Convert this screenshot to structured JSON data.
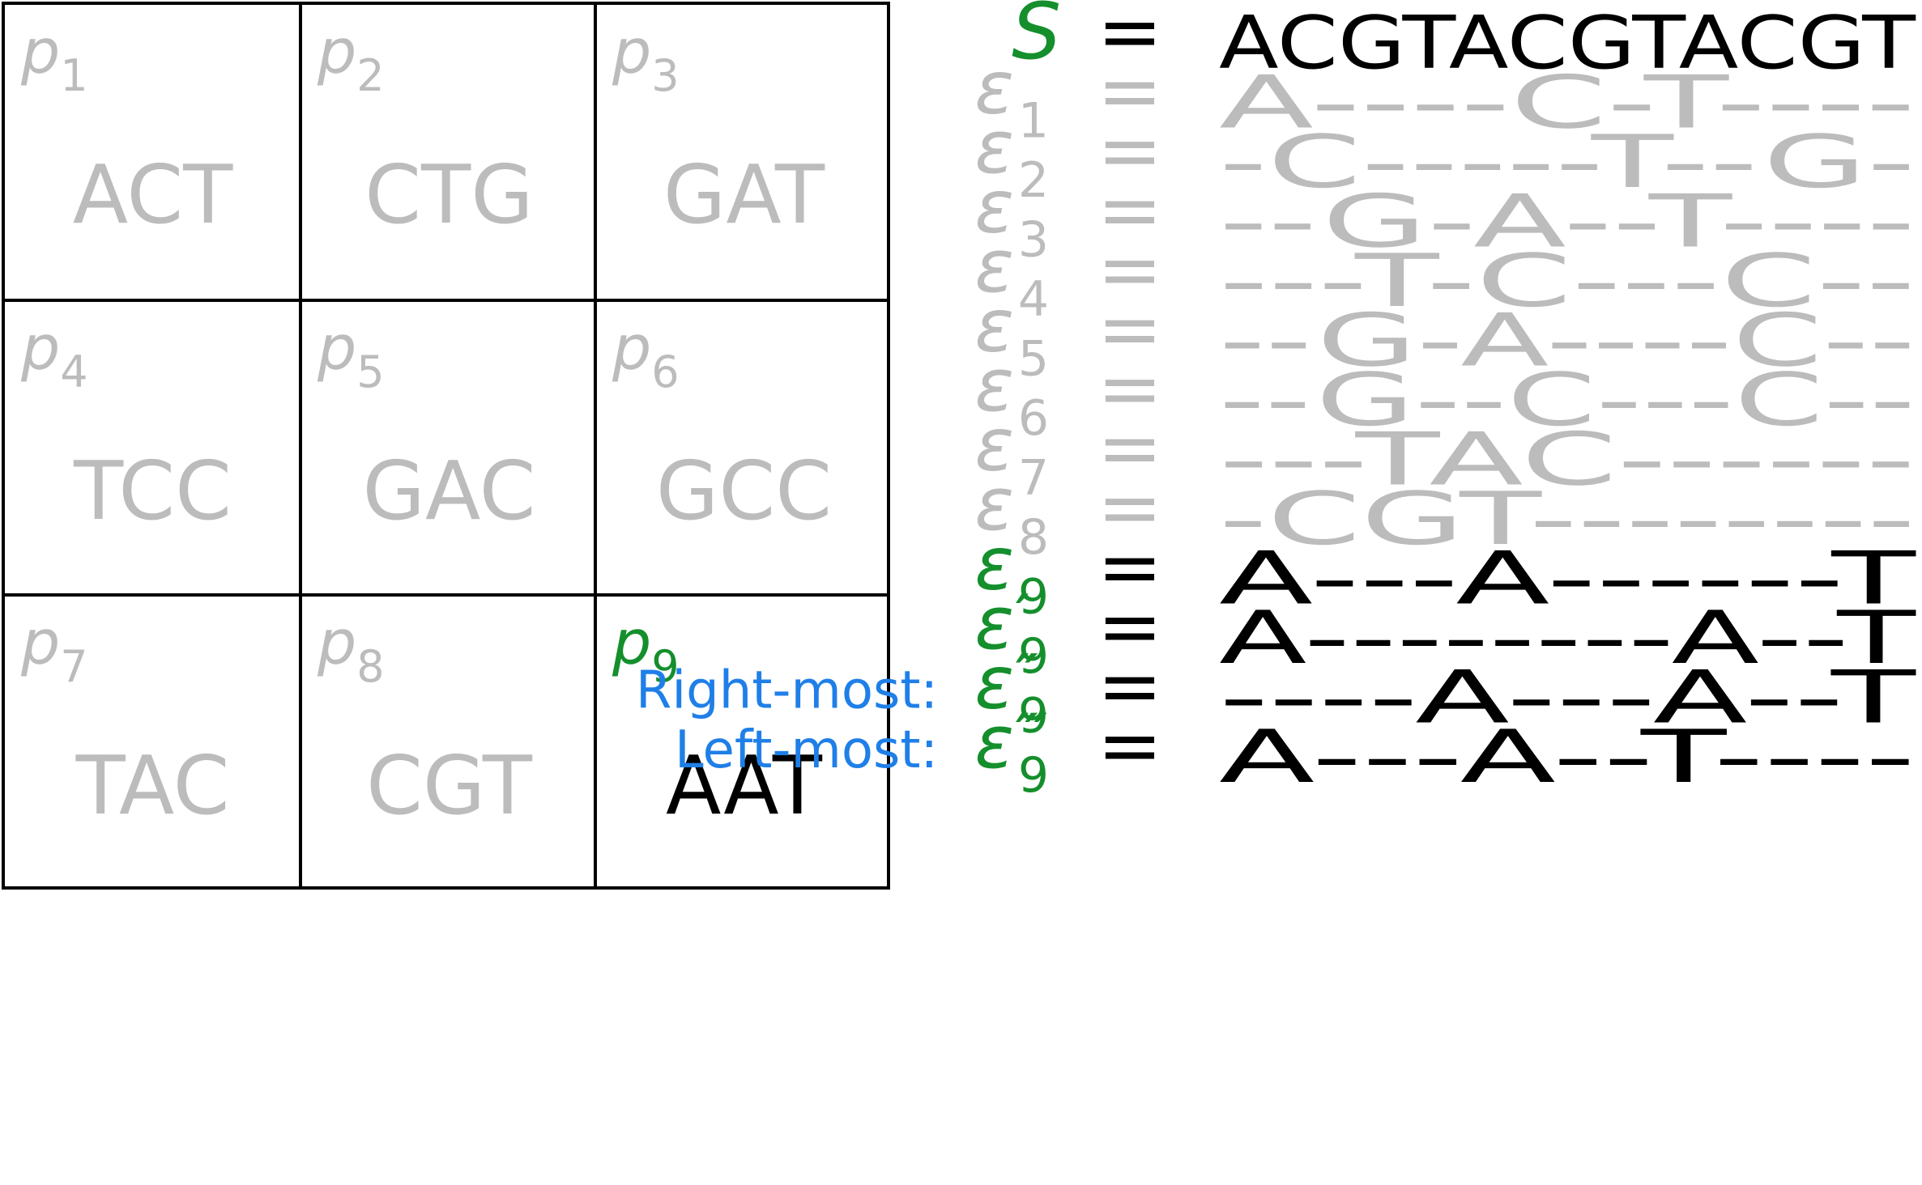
{
  "cells": [
    {
      "label": "p",
      "sub": "1",
      "seq": "ACT",
      "highlight": false
    },
    {
      "label": "p",
      "sub": "2",
      "seq": "CTG",
      "highlight": false
    },
    {
      "label": "p",
      "sub": "3",
      "seq": "GAT",
      "highlight": false
    },
    {
      "label": "p",
      "sub": "4",
      "seq": "TCC",
      "highlight": false
    },
    {
      "label": "p",
      "sub": "5",
      "seq": "GAC",
      "highlight": false
    },
    {
      "label": "p",
      "sub": "6",
      "seq": "GCC",
      "highlight": false
    },
    {
      "label": "p",
      "sub": "7",
      "seq": "TAC",
      "highlight": false
    },
    {
      "label": "p",
      "sub": "8",
      "seq": "CGT",
      "highlight": false
    },
    {
      "label": "p",
      "sub": "9",
      "seq": "AAT",
      "highlight": true
    }
  ],
  "equations": [
    {
      "prefix": "",
      "symbol": "S",
      "sub": "",
      "primes": "",
      "eq": "=",
      "value": "ACGTACGTACGT",
      "style": "header"
    },
    {
      "prefix": "",
      "symbol": "ε",
      "sub": "1",
      "primes": "",
      "eq": "=",
      "value": "A----C-T----",
      "style": "gray"
    },
    {
      "prefix": "",
      "symbol": "ε",
      "sub": "2",
      "primes": "",
      "eq": "=",
      "value": "-C-----T--G-",
      "style": "gray"
    },
    {
      "prefix": "",
      "symbol": "ε",
      "sub": "3",
      "primes": "",
      "eq": "=",
      "value": "--G-A--T----",
      "style": "gray"
    },
    {
      "prefix": "",
      "symbol": "ε",
      "sub": "4",
      "primes": "",
      "eq": "=",
      "value": "---T-C---C--",
      "style": "gray"
    },
    {
      "prefix": "",
      "symbol": "ε",
      "sub": "5",
      "primes": "",
      "eq": "=",
      "value": "--G-A----C--",
      "style": "gray"
    },
    {
      "prefix": "",
      "symbol": "ε",
      "sub": "6",
      "primes": "",
      "eq": "=",
      "value": "--G--C---C--",
      "style": "gray"
    },
    {
      "prefix": "",
      "symbol": "ε",
      "sub": "7",
      "primes": "",
      "eq": "=",
      "value": "---TAC------",
      "style": "gray"
    },
    {
      "prefix": "",
      "symbol": "ε",
      "sub": "8",
      "primes": "",
      "eq": "=",
      "value": "-CGT--------",
      "style": "gray"
    },
    {
      "prefix": "",
      "symbol": "ε",
      "sub": "9",
      "primes": "",
      "eq": "=",
      "value": "A---A------T",
      "style": "active"
    },
    {
      "prefix": "",
      "symbol": "ε",
      "sub": "9",
      "primes": "′",
      "eq": "=",
      "value": "A--------A--T",
      "style": "active"
    },
    {
      "prefix": "Right-most:",
      "symbol": "ε",
      "sub": "9",
      "primes": "″",
      "eq": "=",
      "value": "----A---A--T",
      "style": "active"
    },
    {
      "prefix": "Left-most:",
      "symbol": "ε",
      "sub": "9",
      "primes": "‴",
      "eq": "=",
      "value": "A---A--T----",
      "style": "active"
    }
  ],
  "colors": {
    "gray": "#bcbcbc",
    "black": "#000000",
    "green": "#148f2c",
    "blue": "#1f7fe8"
  }
}
